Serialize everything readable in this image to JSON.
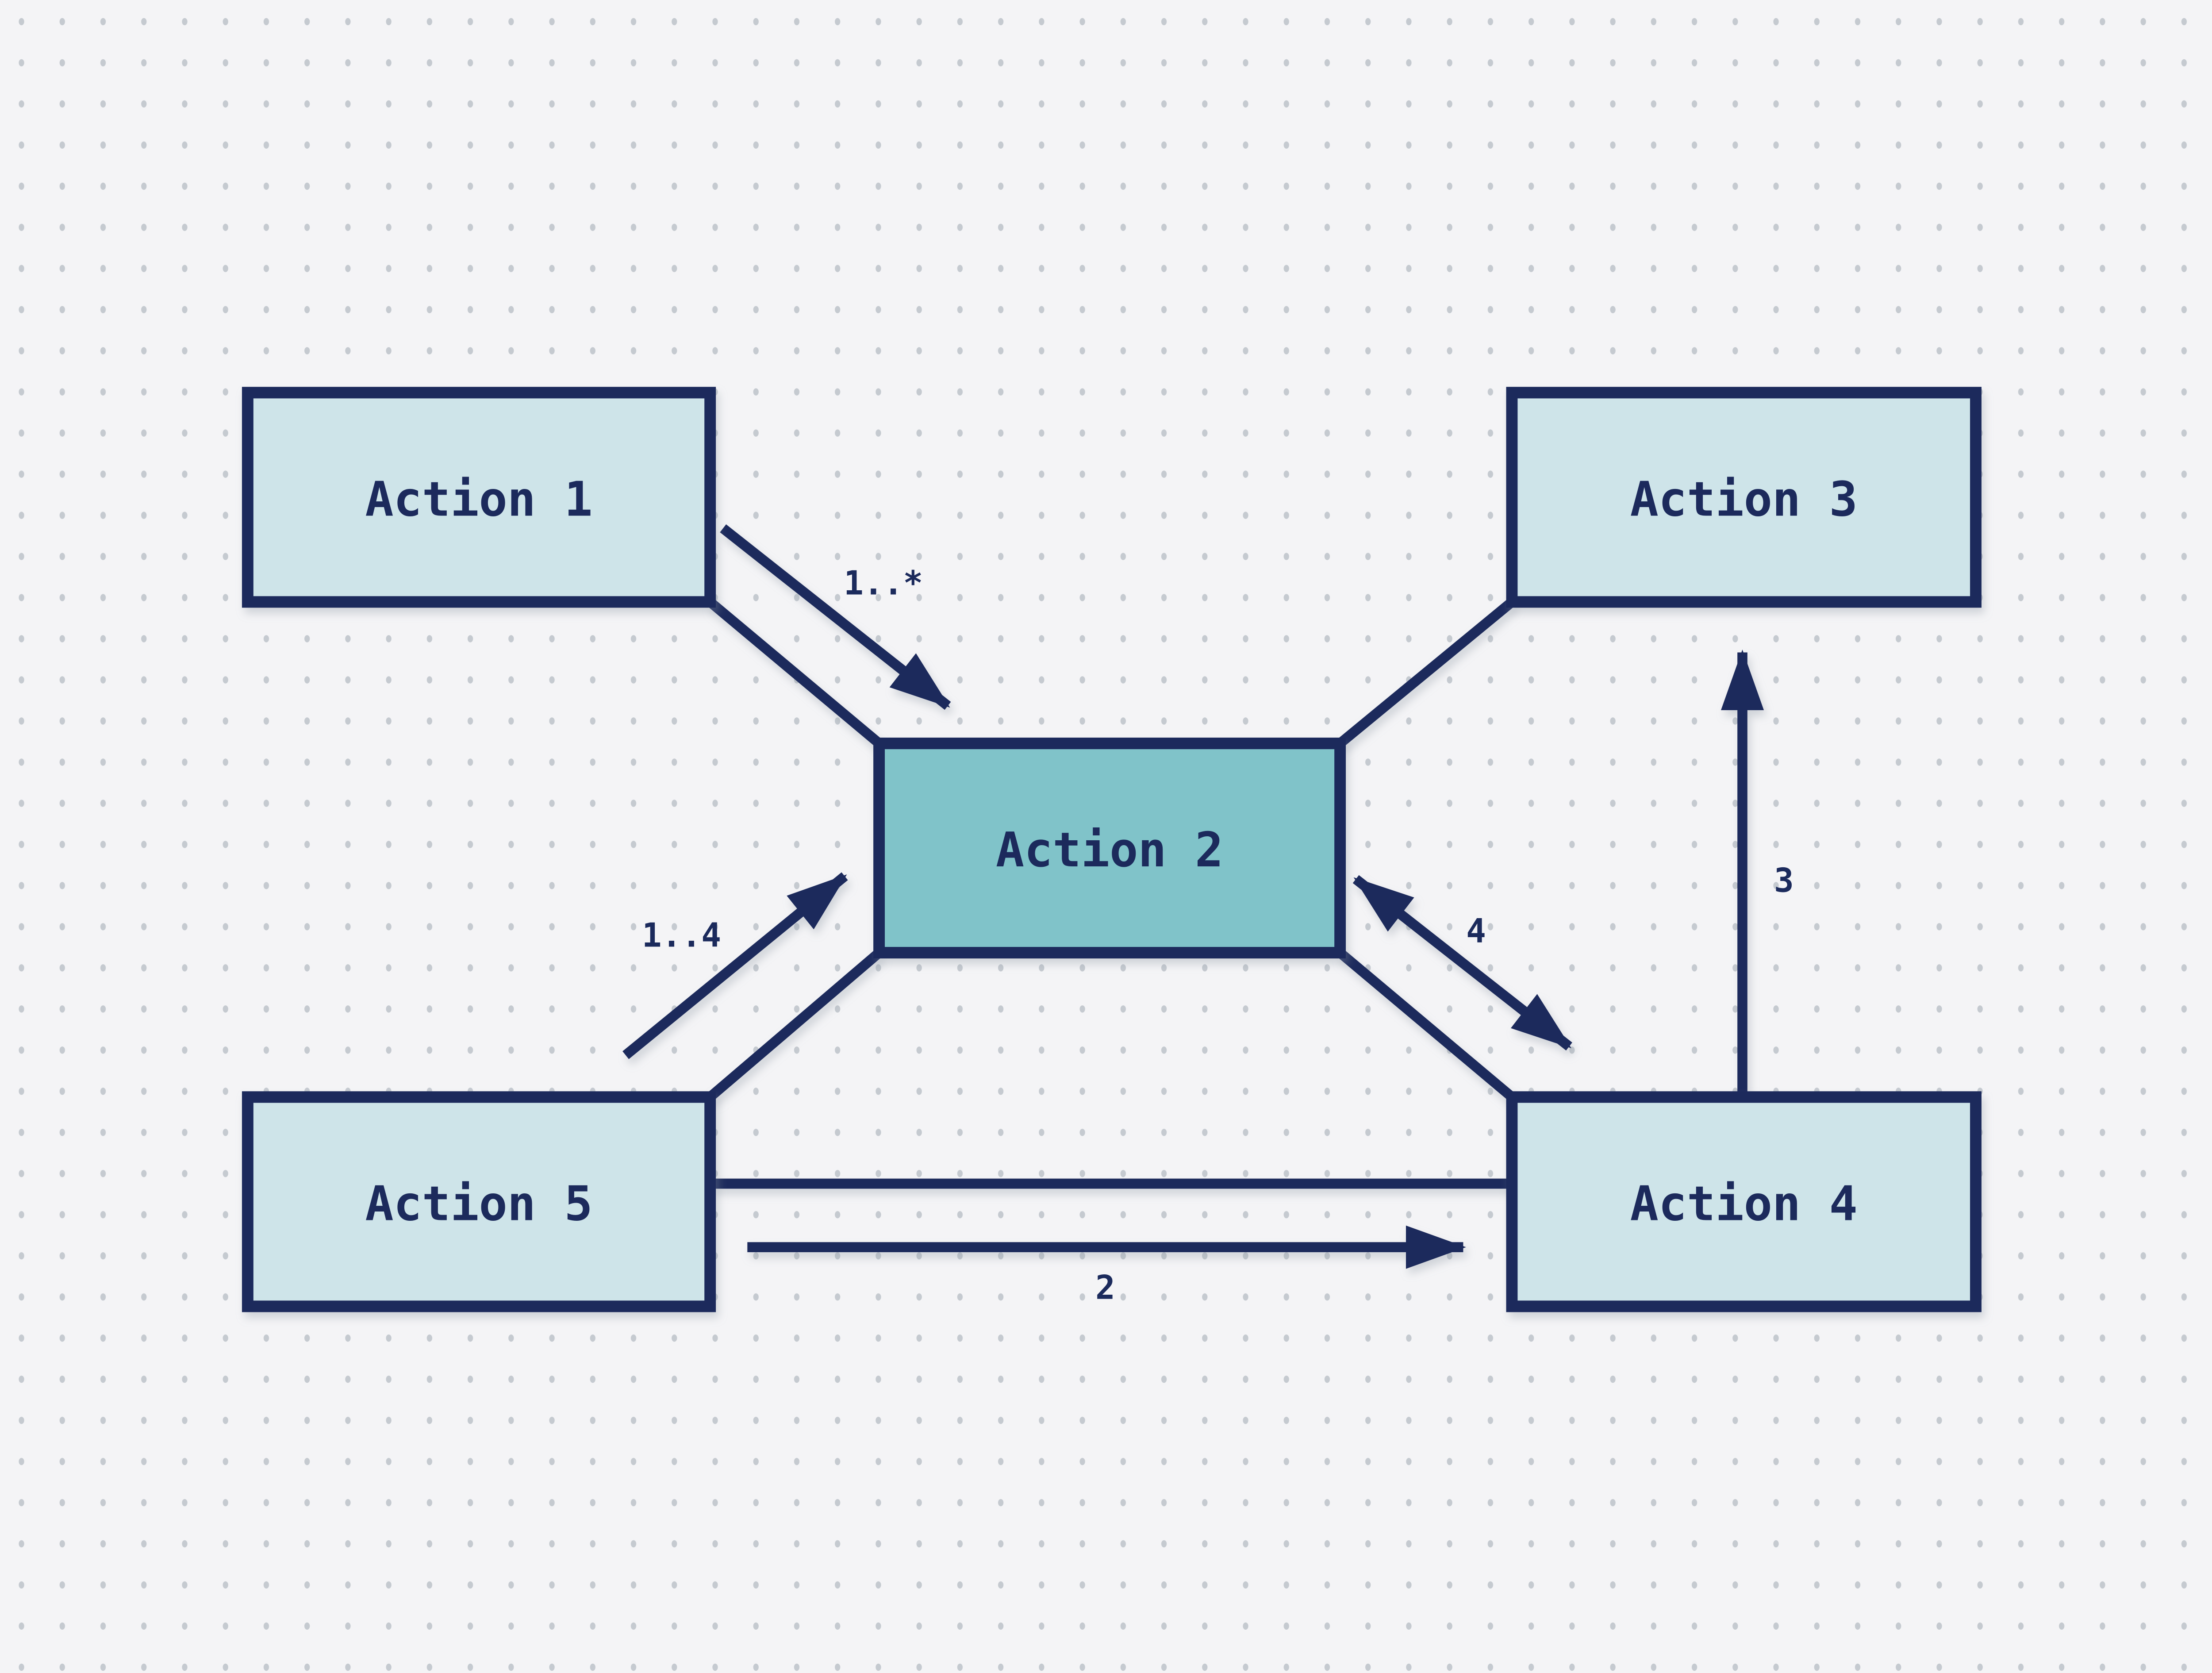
{
  "canvas": {
    "kind": "flow-diagram",
    "background": "dot-grid"
  },
  "colors": {
    "canvas-bg": "#f4f4f6",
    "dot": "#c5cad0",
    "stroke": "#1b2a5c",
    "text": "#1b2a5c",
    "node-fill": "#cee4e9",
    "node-accent-fill": "#80c3c9"
  },
  "diagram": {
    "nodes": [
      {
        "id": "action-1",
        "label": "Action 1",
        "style": "default"
      },
      {
        "id": "action-2",
        "label": "Action 2",
        "style": "accent"
      },
      {
        "id": "action-3",
        "label": "Action 3",
        "style": "default"
      },
      {
        "id": "action-4",
        "label": "Action 4",
        "style": "default"
      },
      {
        "id": "action-5",
        "label": "Action 5",
        "style": "default"
      }
    ],
    "edges": [
      {
        "from": "action-1",
        "to": "action-2",
        "label": "1..*",
        "kind": "arrow"
      },
      {
        "from": "action-5",
        "to": "action-2",
        "label": "1..4",
        "kind": "arrow"
      },
      {
        "from": "action-2",
        "to": "action-4",
        "label": "4",
        "kind": "double-arrow"
      },
      {
        "from": "action-4",
        "to": "action-3",
        "label": "3",
        "kind": "arrow"
      },
      {
        "from": "action-5",
        "to": "action-4",
        "label": "2",
        "kind": "arrow"
      },
      {
        "from": "action-1",
        "to": "action-2",
        "label": "",
        "kind": "line"
      },
      {
        "from": "action-2",
        "to": "action-3",
        "label": "",
        "kind": "line"
      },
      {
        "from": "action-5",
        "to": "action-2",
        "label": "",
        "kind": "line"
      },
      {
        "from": "action-2",
        "to": "action-4",
        "label": "",
        "kind": "line"
      },
      {
        "from": "action-5",
        "to": "action-4",
        "label": "",
        "kind": "line"
      }
    ]
  }
}
